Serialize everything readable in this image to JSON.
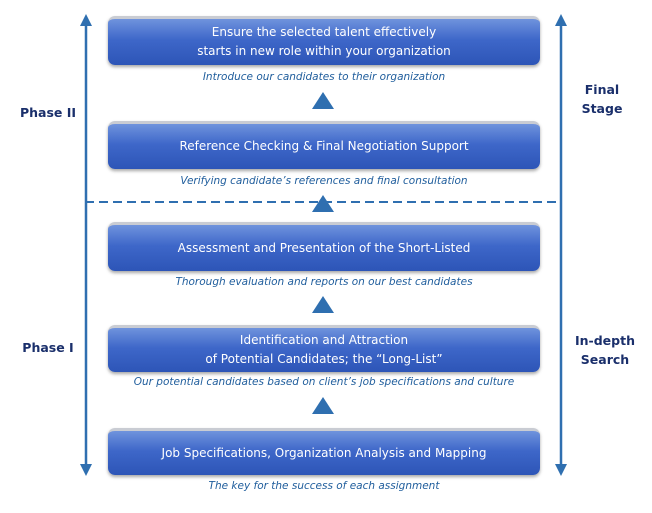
{
  "steps": [
    {
      "line1": "Ensure the selected talent effectively",
      "line2": "starts in new role within your organization",
      "caption": "Introduce our candidates to their organization"
    },
    {
      "line1": "Reference Checking & Final Negotiation Support",
      "line2": "",
      "caption": "Verifying candidate’s references and final consultation"
    },
    {
      "line1": "Assessment and Presentation of the Short-Listed",
      "line2": "",
      "caption": "Thorough evaluation and reports on our best candidates"
    },
    {
      "line1": "Identification and Attraction",
      "line2": "of Potential Candidates; the “Long-List”",
      "caption": "Our potential candidates based on client’s job specifications and culture"
    },
    {
      "line1": "Job Specifications, Organization Analysis and Mapping",
      "line2": "",
      "caption": "The key for the success of each assignment"
    }
  ],
  "left_labels": {
    "phase2": "Phase II",
    "phase1": "Phase I"
  },
  "right_labels": {
    "final_line1": "Final",
    "final_line2": "Stage",
    "indepth_line1": "In-depth",
    "indepth_line2": "Search"
  },
  "colors": {
    "box": "#3e67c9",
    "arrow": "#2f6fb0",
    "caption": "#1f5d9c",
    "label": "#1a2f6b"
  }
}
